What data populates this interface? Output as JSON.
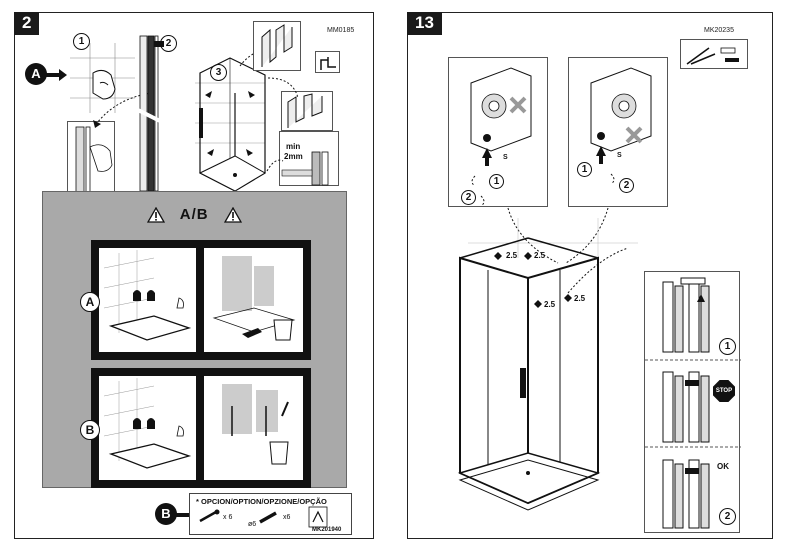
{
  "left_page": {
    "step": "2",
    "code": "MM0185",
    "callout_a": "A",
    "callout_b": "B",
    "steps": [
      "1",
      "2",
      "3"
    ],
    "min_gap": "min\n2mm",
    "min_gap_line1": "min",
    "min_gap_line2": "2mm",
    "ab_title": "A/B",
    "scenario_a_label": "A",
    "scenario_b_label": "B",
    "options": {
      "title": "* OPCION/OPTION/OPZIONE/OPÇÃO",
      "screw_qty": "x 6",
      "plug_label": "ø6",
      "plug_qty": "x6",
      "code": "MK201940"
    }
  },
  "right_page": {
    "step": "13",
    "code": "MK20235",
    "detail_left": {
      "s_label": "S",
      "step1": "1",
      "step2": "2"
    },
    "detail_right": {
      "s_label": "S",
      "step1": "1",
      "step2": "2"
    },
    "measurements": [
      "2.5",
      "2.5",
      "2.5",
      "2.5"
    ],
    "side_panel": {
      "step1": "1",
      "stop": "STOP",
      "ok": "OK",
      "step2": "2"
    }
  }
}
